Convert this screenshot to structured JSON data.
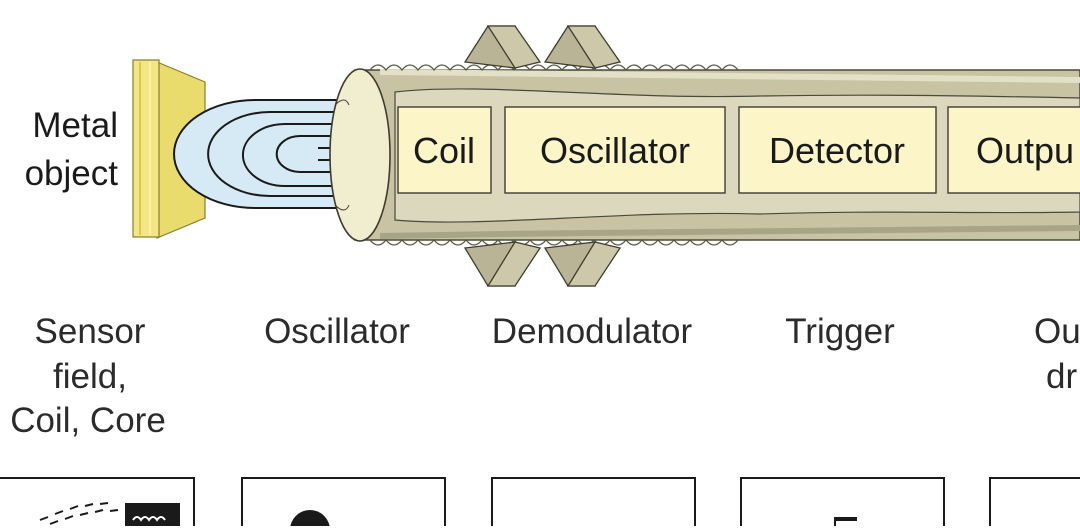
{
  "diagram": {
    "metal_object_label": [
      "Metal",
      "object"
    ],
    "modules": [
      "Coil",
      "Oscillator",
      "Detector",
      "Outpu"
    ],
    "stage_labels": [
      [
        "Sensor",
        "field,",
        "Coil, Core"
      ],
      [
        "Oscillator"
      ],
      [
        "Demodulator"
      ],
      [
        "Trigger"
      ],
      [
        "Ou",
        "dr"
      ]
    ],
    "colors": {
      "module_fill": "#fbf5c8",
      "body_fill": "#c9c6a6",
      "nut_fill": "#bdb89a",
      "target_fill": "#efe07a",
      "field_fill": "#d8ebf6"
    }
  }
}
